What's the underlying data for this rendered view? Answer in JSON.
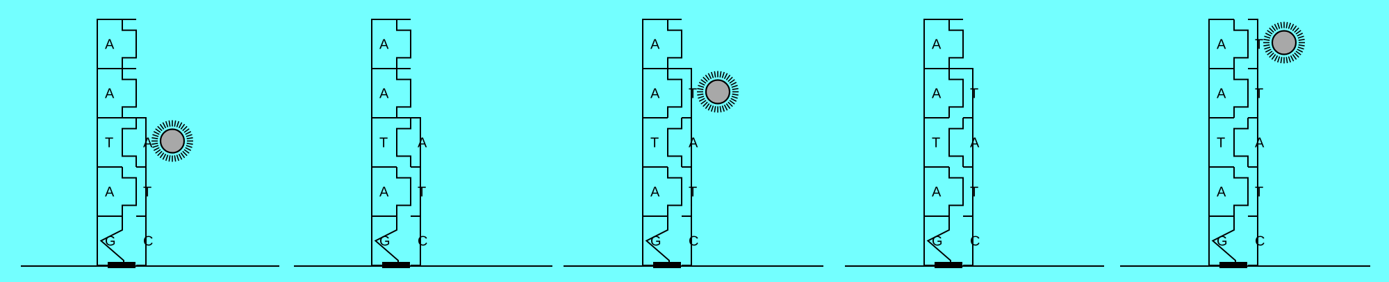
{
  "colors": {
    "background": "#73FFFF",
    "outline": "#000000",
    "fluorophore_fill": "#A8A8A8",
    "anchor": "#000000"
  },
  "panels": [
    {
      "pairs": [
        {
          "left": "A",
          "right": ""
        },
        {
          "left": "A",
          "right": ""
        },
        {
          "left": "T",
          "right": "A",
          "flash": true
        },
        {
          "left": "A",
          "right": "T"
        },
        {
          "left": "G",
          "right": "C"
        }
      ]
    },
    {
      "pairs": [
        {
          "left": "A",
          "right": ""
        },
        {
          "left": "A",
          "right": ""
        },
        {
          "left": "T",
          "right": "A"
        },
        {
          "left": "A",
          "right": "T"
        },
        {
          "left": "G",
          "right": "C"
        }
      ]
    },
    {
      "pairs": [
        {
          "left": "A",
          "right": ""
        },
        {
          "left": "A",
          "right": "T",
          "flash": true
        },
        {
          "left": "T",
          "right": "A"
        },
        {
          "left": "A",
          "right": "T"
        },
        {
          "left": "G",
          "right": "C"
        }
      ]
    },
    {
      "pairs": [
        {
          "left": "A",
          "right": ""
        },
        {
          "left": "A",
          "right": "T"
        },
        {
          "left": "T",
          "right": "A"
        },
        {
          "left": "A",
          "right": "T"
        },
        {
          "left": "G",
          "right": "C"
        }
      ]
    },
    {
      "pairs": [
        {
          "left": "A",
          "right": "T",
          "flash": true
        },
        {
          "left": "A",
          "right": "T"
        },
        {
          "left": "T",
          "right": "A"
        },
        {
          "left": "A",
          "right": "T"
        },
        {
          "left": "G",
          "right": "C"
        }
      ]
    }
  ]
}
